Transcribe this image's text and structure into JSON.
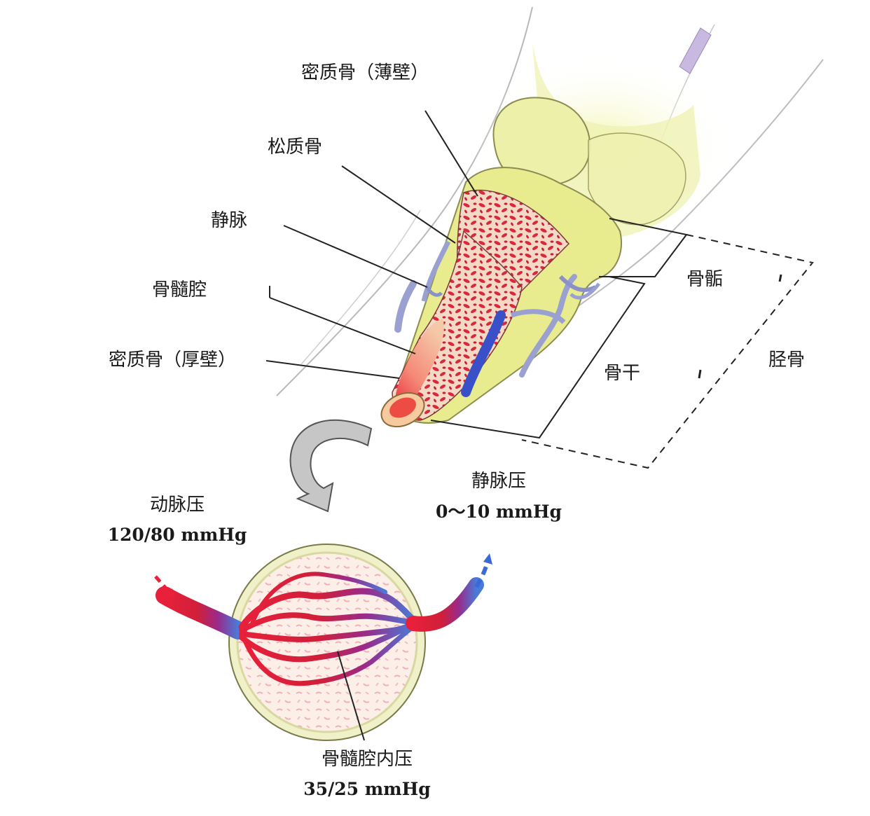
{
  "labels": {
    "compact_thin": "密质骨（薄壁）",
    "spongy": "松质骨",
    "vein": "静脉",
    "marrow_cavity": "骨髓腔",
    "compact_thick": "密质骨（厚壁）",
    "epiphysis": "骨骺",
    "shaft": "骨干",
    "tibia": "胫骨"
  },
  "pressures": {
    "venous": {
      "label": "静脉压",
      "value": "0～10 mmHg"
    },
    "arterial": {
      "label": "动脉压",
      "value": "120/80 mmHg"
    },
    "marrow": {
      "label": "骨髓腔内压",
      "value": "35/25 mmHg"
    }
  },
  "colors": {
    "bone_yellow": "#eeefa0",
    "marrow_red": "#e0283a",
    "vein_blue": "#3a50c8",
    "vessel_grey": "#9aa0d0"
  }
}
